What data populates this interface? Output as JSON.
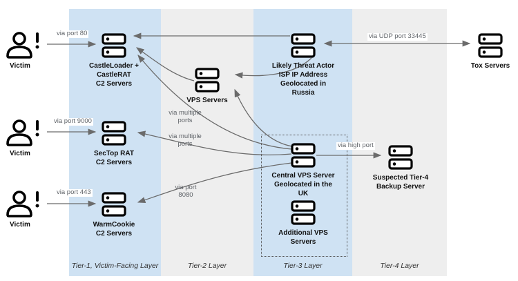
{
  "diagram": {
    "tiers": [
      {
        "label": "Tier-1, Victim-Facing Layer"
      },
      {
        "label": "Tier-2 Layer"
      },
      {
        "label": "Tier-3 Layer"
      },
      {
        "label": "Tier-4 Layer"
      }
    ],
    "victim_label": "Victim",
    "nodes": {
      "castleloader": {
        "label": "CastleLoader +\nCastleRAT\nC2 Servers"
      },
      "sectop": {
        "label": "SecTop RAT\nC2 Servers"
      },
      "warmcookie": {
        "label": "WarmCookie\nC2 Servers"
      },
      "vps": {
        "label": "VPS Servers"
      },
      "threat_actor": {
        "label": "Likely Threat Actor\nISP IP Address\nGeolocated in\nRussia"
      },
      "central_vps": {
        "label": "Central VPS Server\nGeolocated in the\nUK"
      },
      "additional_vps": {
        "label": "Additional VPS\nServers"
      },
      "backup": {
        "label": "Suspected Tier-4\nBackup Server"
      },
      "tox": {
        "label": "Tox Servers"
      }
    },
    "edge_labels": {
      "port80": "via port 80",
      "port9000": "via port 9000",
      "port443": "via port 443",
      "udp33445": "via UDP port 33445",
      "high_port": "via high port",
      "multiple_ports_1": "via multiple\nports",
      "multiple_ports_2": "via multiple\nports",
      "port8080": "via port\n8080"
    },
    "colors": {
      "band_blue": "#cfe2f3",
      "band_gray": "#eeeeee",
      "line": "#6b6b6b",
      "muted_text": "#5f6368",
      "icon": "#000000"
    }
  }
}
